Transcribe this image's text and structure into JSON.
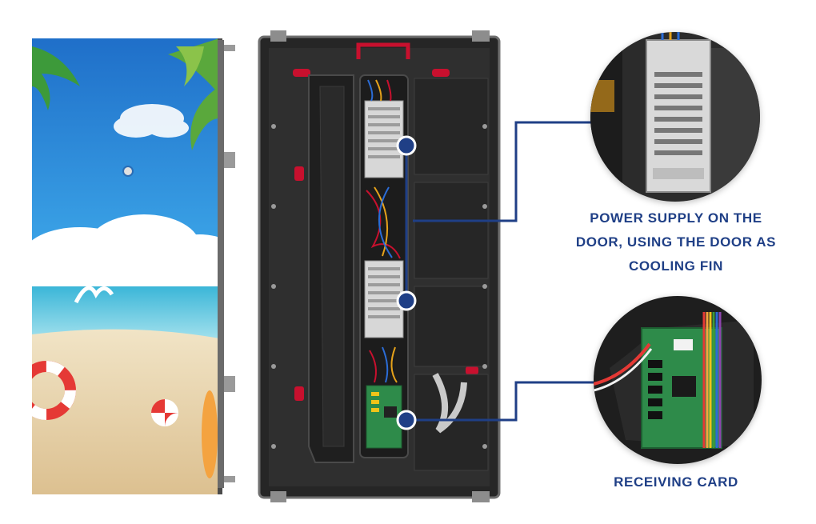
{
  "callouts": {
    "power_supply": {
      "lines": [
        "POWER SUPPLY ON THE",
        "DOOR, USING THE DOOR AS",
        "COOLING FIN"
      ]
    },
    "receiving_card": {
      "label": "RECEIVING CARD"
    }
  },
  "colors": {
    "label": "#1f3f86",
    "connector": "#1f3f86",
    "cabinet": "#2a2a2a",
    "sky": "#2a8fd8",
    "sand": "#e9d6b0",
    "psu": "#d9d9d9",
    "accent_red": "#c8102e"
  },
  "icons": {
    "marker": "connector-dot-icon"
  }
}
